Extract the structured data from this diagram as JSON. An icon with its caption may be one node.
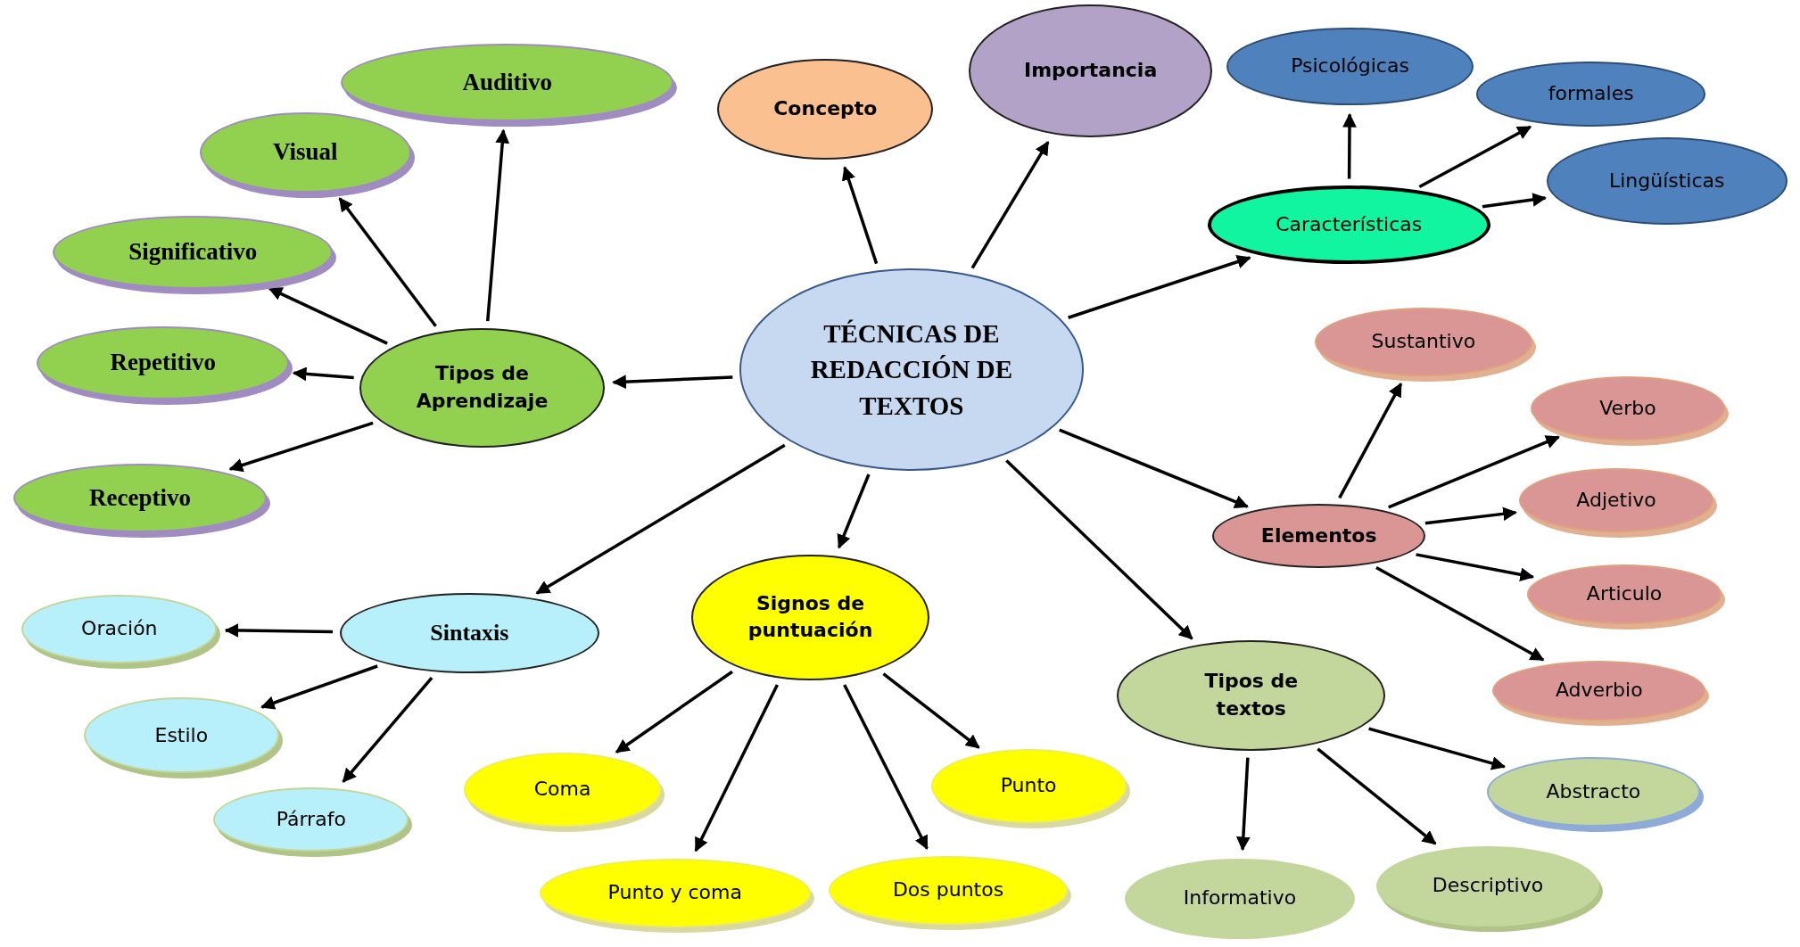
{
  "diagram": {
    "nodes": [
      {
        "text": [
          "TÉCNICAS DE REDACCIÓN DE TEXTOS"
        ]
      },
      {
        "text": [
          "Tipos de Aprendizaje"
        ]
      },
      {
        "text": [
          "Auditivo"
        ]
      },
      {
        "text": [
          "Visual"
        ]
      },
      {
        "text": [
          "Significativo"
        ]
      },
      {
        "text": [
          "Repetitivo"
        ]
      },
      {
        "text": [
          "Receptivo"
        ]
      },
      {
        "text": [
          "Concepto"
        ]
      },
      {
        "text": [
          "Importancia"
        ]
      },
      {
        "text": [
          "Características"
        ]
      },
      {
        "text": [
          "Psicológicas"
        ]
      },
      {
        "text": [
          "formales"
        ]
      },
      {
        "text": [
          "Lingüísticas"
        ]
      },
      {
        "text": [
          "Elementos"
        ]
      },
      {
        "text": [
          "Sustantivo"
        ]
      },
      {
        "text": [
          "Verbo"
        ]
      },
      {
        "text": [
          "Adjetivo"
        ]
      },
      {
        "text": [
          "Articulo"
        ]
      },
      {
        "text": [
          "Adverbio"
        ]
      },
      {
        "text": [
          "Tipos de textos"
        ]
      },
      {
        "text": [
          "Abstracto"
        ]
      },
      {
        "text": [
          "Informativo"
        ]
      },
      {
        "text": [
          "Descriptivo"
        ]
      },
      {
        "text": [
          "Signos de puntuación"
        ]
      },
      {
        "text": [
          "Coma"
        ]
      },
      {
        "text": [
          "Punto y coma"
        ]
      },
      {
        "text": [
          "Dos puntos"
        ]
      },
      {
        "text": [
          "Punto"
        ]
      },
      {
        "text": [
          "Sintaxis"
        ]
      },
      {
        "text": [
          "Oración"
        ]
      },
      {
        "text": [
          "Estilo"
        ]
      },
      {
        "text": [
          "Párrafo"
        ]
      }
    ],
    "edges": [
      {
        "from": 0,
        "to": 1,
        "arrow": "to"
      },
      {
        "from": 0,
        "to": 7,
        "arrow": "to"
      },
      {
        "from": 0,
        "to": 8,
        "arrow": "to"
      },
      {
        "from": 0,
        "to": 9,
        "arrow": "to"
      },
      {
        "from": 0,
        "to": 13,
        "arrow": "to"
      },
      {
        "from": 0,
        "to": 19,
        "arrow": "to"
      },
      {
        "from": 0,
        "to": 23,
        "arrow": "to"
      },
      {
        "from": 0,
        "to": 28,
        "arrow": "to"
      },
      {
        "from": 1,
        "to": 2,
        "arrow": "to"
      },
      {
        "from": 1,
        "to": 3,
        "arrow": "to"
      },
      {
        "from": 1,
        "to": 4,
        "arrow": "to"
      },
      {
        "from": 1,
        "to": 5,
        "arrow": "to"
      },
      {
        "from": 1,
        "to": 6,
        "arrow": "to"
      },
      {
        "from": 9,
        "to": 10,
        "arrow": "to"
      },
      {
        "from": 9,
        "to": 11,
        "arrow": "to"
      },
      {
        "from": 9,
        "to": 12,
        "arrow": "to"
      },
      {
        "from": 13,
        "to": 14,
        "arrow": "to"
      },
      {
        "from": 13,
        "to": 15,
        "arrow": "to"
      },
      {
        "from": 13,
        "to": 16,
        "arrow": "to"
      },
      {
        "from": 13,
        "to": 17,
        "arrow": "to"
      },
      {
        "from": 13,
        "to": 18,
        "arrow": "to"
      },
      {
        "from": 19,
        "to": 20,
        "arrow": "to"
      },
      {
        "from": 19,
        "to": 21,
        "arrow": "to"
      },
      {
        "from": 19,
        "to": 22,
        "arrow": "to"
      },
      {
        "from": 23,
        "to": 24,
        "arrow": "to"
      },
      {
        "from": 23,
        "to": 25,
        "arrow": "to"
      },
      {
        "from": 23,
        "to": 26,
        "arrow": "to"
      },
      {
        "from": 23,
        "to": 27,
        "arrow": "to"
      },
      {
        "from": 28,
        "to": 29,
        "arrow": "to"
      },
      {
        "from": 28,
        "to": 30,
        "arrow": "to"
      },
      {
        "from": 28,
        "to": 31,
        "arrow": "to"
      }
    ]
  }
}
